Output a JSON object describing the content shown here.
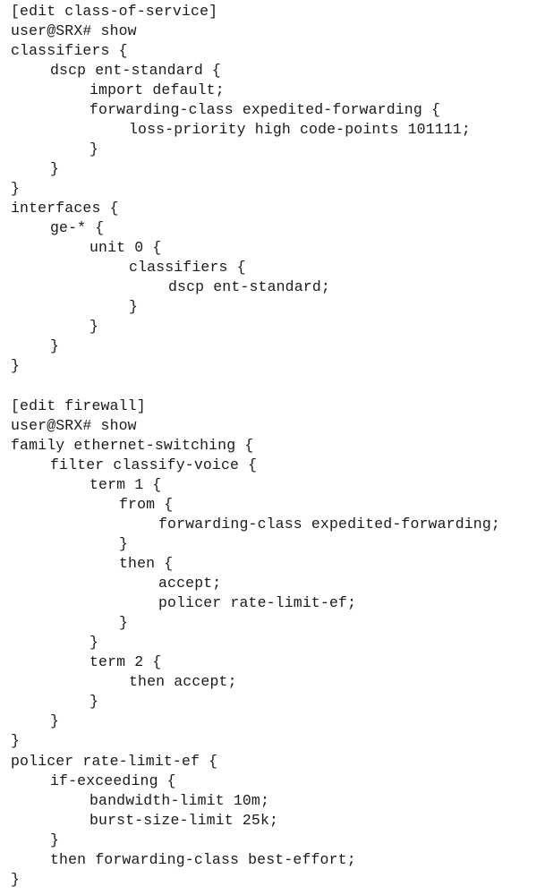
{
  "terminal": {
    "lines": [
      "[edit class-of-service]",
      "user@SRX# show",
      "classifiers {",
      "dscp ent-standard {",
      "import default;",
      "forwarding-class expedited-forwarding {",
      "loss-priority high code-points 101111;",
      "}",
      "}",
      "}",
      "interfaces {",
      "ge-* {",
      "unit 0 {",
      "classifiers {",
      "dscp ent-standard;",
      "}",
      "}",
      "}",
      "}",
      "[edit firewall]",
      "user@SRX# show",
      "family ethernet-switching {",
      "filter classify-voice {",
      "term 1 {",
      "from {",
      "forwarding-class expedited-forwarding;",
      "}",
      "then {",
      "accept;",
      "policer rate-limit-ef;",
      "}",
      "}",
      "term 2 {",
      "then accept;",
      "}",
      "}",
      "}",
      "policer rate-limit-ef {",
      "if-exceeding {",
      "bandwidth-limit 10m;",
      "burst-size-limit 25k;",
      "}",
      "then forwarding-class best-effort;",
      "}"
    ]
  }
}
